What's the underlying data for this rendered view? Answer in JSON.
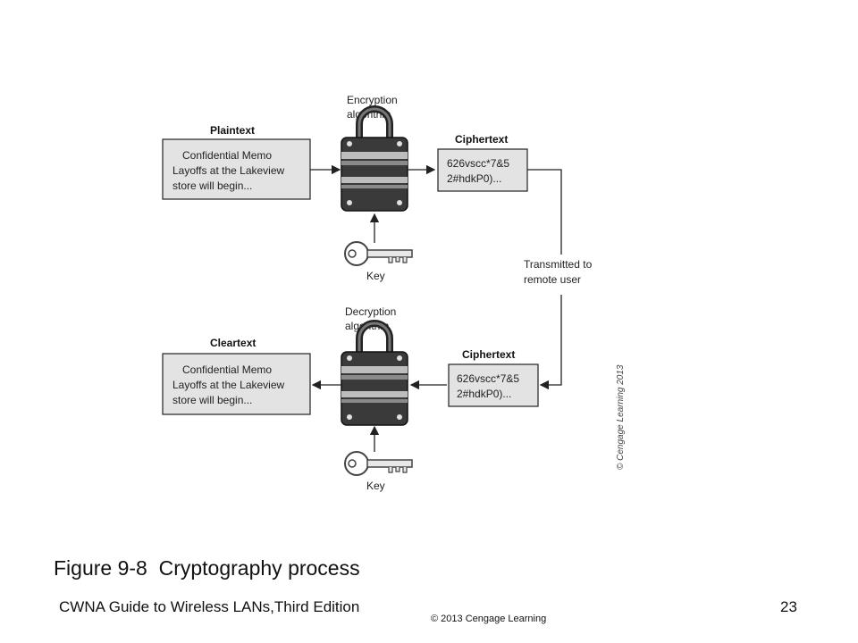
{
  "diagram": {
    "top": {
      "plaintext_title": "Plaintext",
      "plaintext_lines": [
        "Confidential Memo",
        "Layoffs at the Lakeview",
        "store will begin..."
      ],
      "algorithm_label": [
        "Encryption",
        "algorithm"
      ],
      "ciphertext_title": "Ciphertext",
      "ciphertext_lines": [
        "626vscc*7&5",
        "2#hdkP0)..."
      ],
      "key_label": "Key"
    },
    "transmit_label": [
      "Transmitted to",
      "remote user"
    ],
    "bottom": {
      "cleartext_title": "Cleartext",
      "cleartext_lines": [
        "Confidential Memo",
        "Layoffs at the Lakeview",
        "store will begin..."
      ],
      "algorithm_label": [
        "Decryption",
        "algorithm"
      ],
      "ciphertext_title": "Ciphertext",
      "ciphertext_lines": [
        "626vscc*7&5",
        "2#hdkP0)..."
      ],
      "key_label": "Key"
    },
    "copyright_vertical": "© Cengage Learning 2013"
  },
  "caption": {
    "figure": "Figure 9-8",
    "title": "Cryptography process"
  },
  "footer": {
    "book": "CWNA Guide to Wireless LANs,Third Edition",
    "copyright": "© 2013 Cengage Learning",
    "page": "23"
  },
  "colors": {
    "box_fill": "#e3e3e3",
    "lock_dark": "#3a3a3a",
    "lock_light": "#bdbdbd",
    "line": "#222222"
  }
}
